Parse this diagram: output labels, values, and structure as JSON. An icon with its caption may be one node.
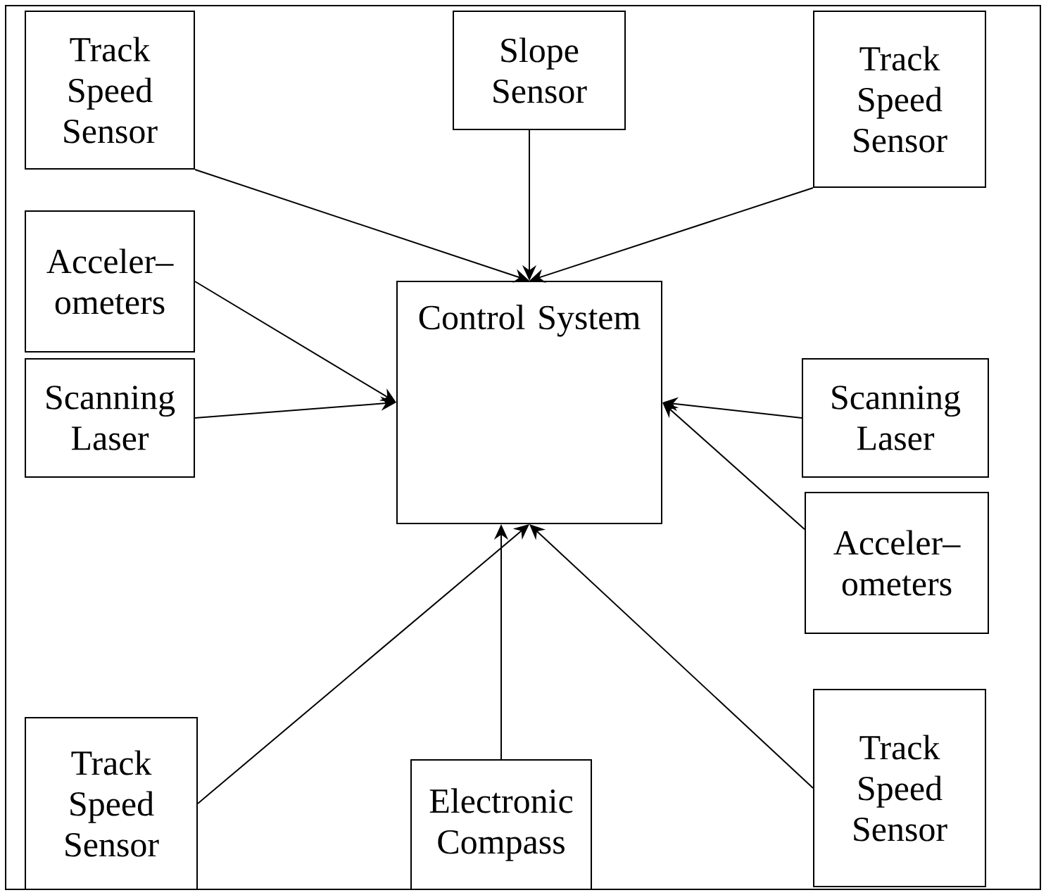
{
  "diagram": {
    "nodes": [
      {
        "text": [
          "Track Speed Sensor"
        ]
      },
      {
        "text": [
          "Slope Sensor"
        ]
      },
      {
        "text": [
          "Track Speed Sensor"
        ]
      },
      {
        "text": [
          "Acceler– ometers"
        ]
      },
      {
        "text": [
          "Scanning Laser"
        ]
      },
      {
        "text": [
          "Control System"
        ]
      },
      {
        "text": [
          "Scanning Laser"
        ]
      },
      {
        "text": [
          "Acceler– ometers"
        ]
      },
      {
        "text": [
          "Track Speed Sensor"
        ]
      },
      {
        "text": [
          "Electronic Compass"
        ]
      },
      {
        "text": [
          "Track Speed Sensor"
        ]
      }
    ],
    "edges": [
      {
        "from": 0,
        "to": 5,
        "arrow": "to"
      },
      {
        "from": 1,
        "to": 5,
        "arrow": "to"
      },
      {
        "from": 2,
        "to": 5,
        "arrow": "to"
      },
      {
        "from": 3,
        "to": 5,
        "arrow": "to"
      },
      {
        "from": 4,
        "to": 5,
        "arrow": "to"
      },
      {
        "from": 6,
        "to": 5,
        "arrow": "to"
      },
      {
        "from": 7,
        "to": 5,
        "arrow": "to"
      },
      {
        "from": 8,
        "to": 5,
        "arrow": "to"
      },
      {
        "from": 9,
        "to": 5,
        "arrow": "to"
      },
      {
        "from": 10,
        "to": 5,
        "arrow": "to"
      }
    ]
  }
}
